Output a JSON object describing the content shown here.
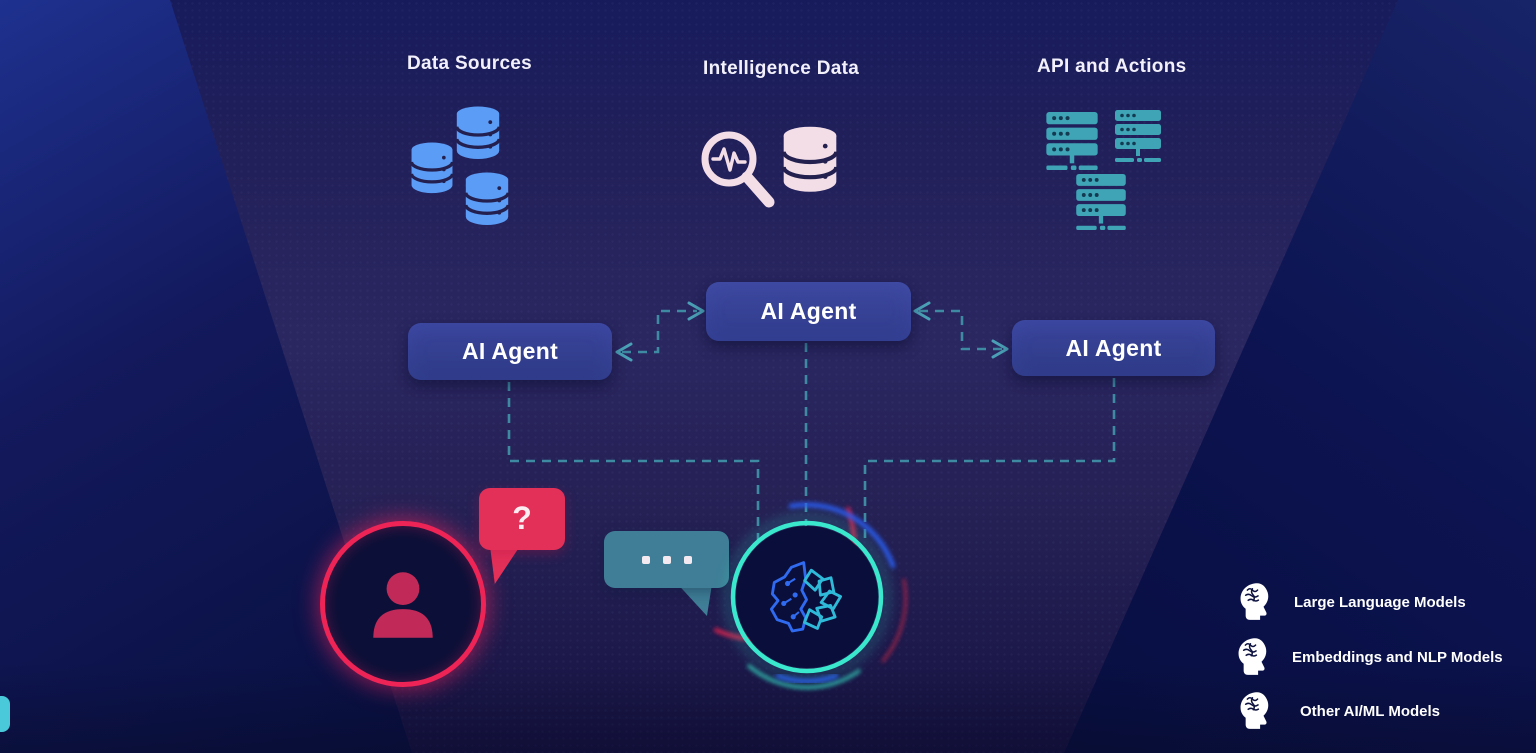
{
  "sections": {
    "data_sources": {
      "label": "Data Sources",
      "icon": "database-stack-icon",
      "accent": "#5b9cf6"
    },
    "intelligence_data": {
      "label": "Intelligence Data",
      "icons": [
        "pulse-magnifier-icon",
        "database-icon"
      ],
      "accent": "#f3dee8"
    },
    "api_actions": {
      "label": "API and Actions",
      "icon": "server-stack-icon",
      "accent": "#3fa4b6"
    }
  },
  "agents": {
    "left": {
      "label": "AI Agent"
    },
    "center": {
      "label": "AI Agent"
    },
    "right": {
      "label": "AI Agent"
    }
  },
  "user": {
    "icon": "person-icon",
    "ring_color": "#ef2456",
    "question_bubble": {
      "text": "?",
      "color": "#e33059"
    },
    "typing_bubble": {
      "dots_count": 3,
      "color": "#3f7e96"
    }
  },
  "ai_core": {
    "icon": "ai-brain-icon",
    "ring_color": "#3ae8cd",
    "arc_colors": [
      "#e3244d",
      "#2b5cf0",
      "#39e2c8"
    ]
  },
  "legend": {
    "items": [
      {
        "icon": "head-brain-icon",
        "label": "Large Language Models"
      },
      {
        "icon": "head-brain-icon",
        "label": "Embeddings and NLP Models"
      },
      {
        "icon": "head-brain-icon",
        "label": "Other AI/ML Models"
      }
    ]
  },
  "connector_color": "#3e8aa2"
}
